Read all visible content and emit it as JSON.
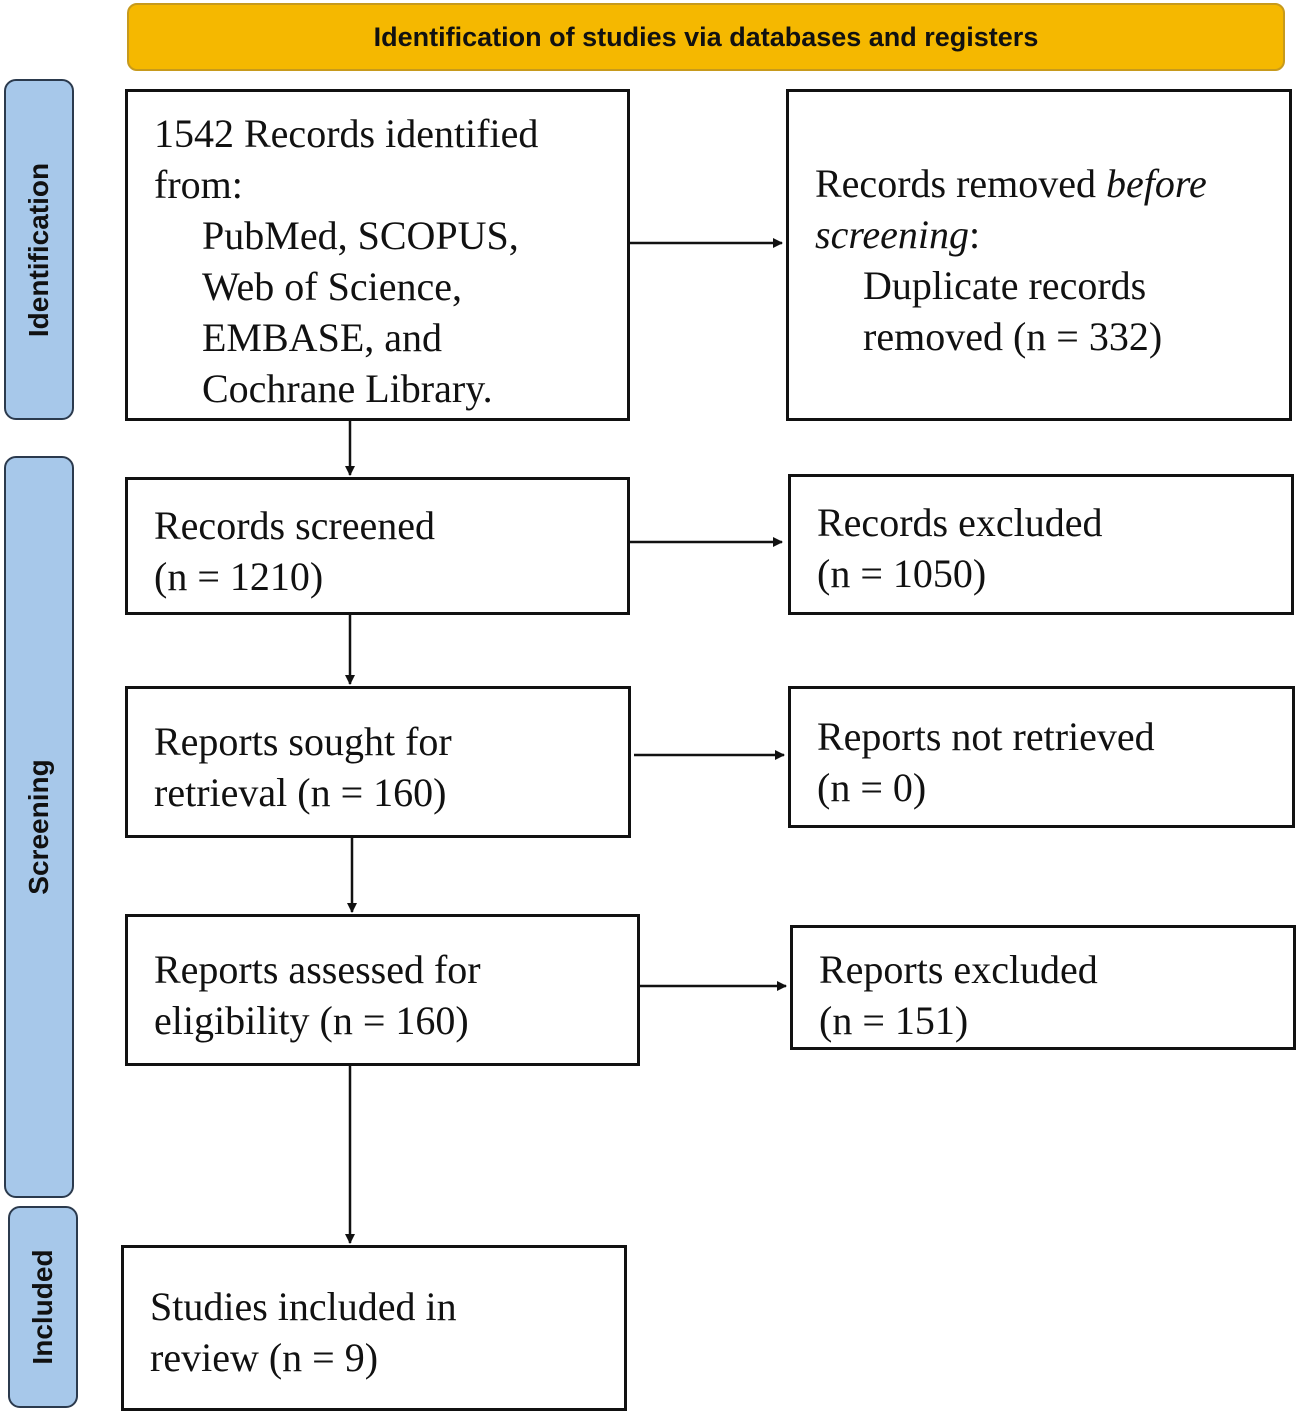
{
  "banner": {
    "title": "Identification of studies via databases and registers",
    "color": "#f5b800"
  },
  "phases": {
    "identification": "Identification",
    "screening": "Screening",
    "included": "Included",
    "color": "#a7c8ea"
  },
  "boxes": {
    "records_identified": {
      "line1": "1542 Records identified",
      "line2": "from:",
      "source1": "PubMed, SCOPUS,",
      "source2": "Web of Science,",
      "source3": "EMBASE, and",
      "source4": "Cochrane Library."
    },
    "records_removed": {
      "line1_prefix": "Records removed ",
      "line1_italic": "before",
      "line2_italic": "screening",
      "line2_suffix": ":",
      "detail1": "Duplicate records",
      "detail2": "removed (n = 332)"
    },
    "records_screened": {
      "line1": "Records screened",
      "line2": "(n = 1210)"
    },
    "records_excluded": {
      "line1": "Records excluded",
      "line2": "(n = 1050)"
    },
    "reports_sought": {
      "line1": "Reports sought for",
      "line2": "retrieval (n = 160)"
    },
    "reports_not_retrieved": {
      "line1": "Reports not retrieved",
      "line2": "(n = 0)"
    },
    "reports_assessed": {
      "line1": "Reports assessed for",
      "line2": "eligibility (n = 160)"
    },
    "reports_excluded": {
      "line1": "Reports excluded",
      "line2": "(n = 151)"
    },
    "studies_included": {
      "line1": "Studies included in",
      "line2": "review (n = 9)"
    }
  }
}
